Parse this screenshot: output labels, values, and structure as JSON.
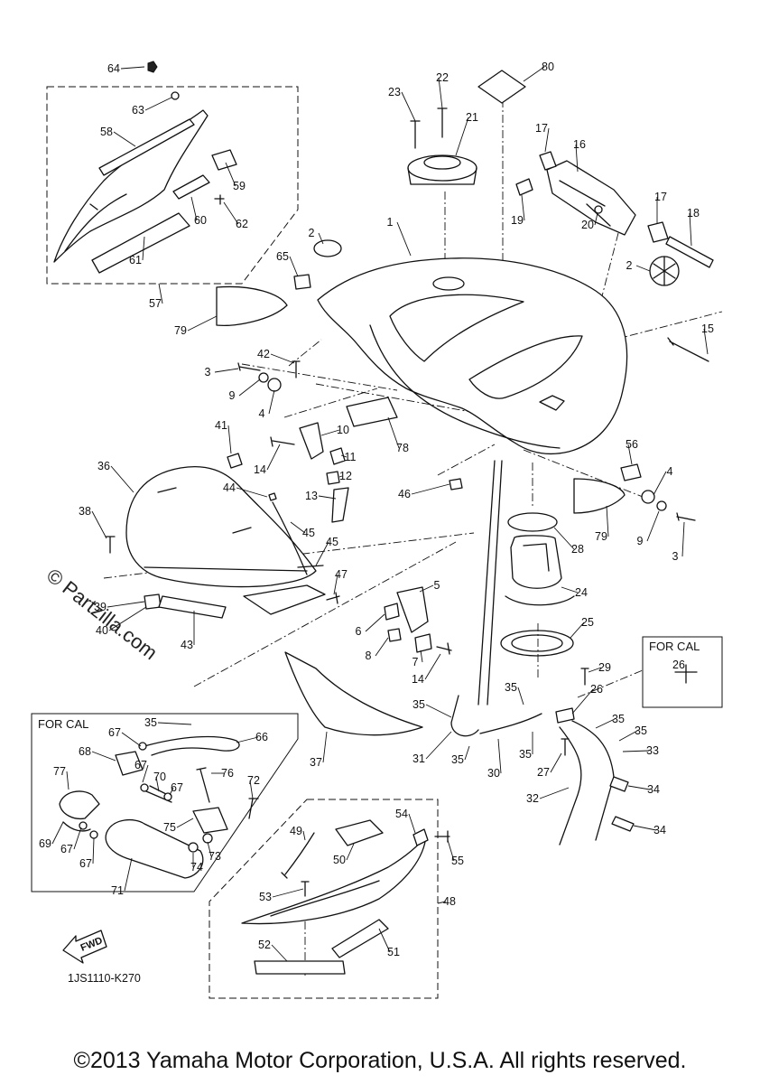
{
  "diagram": {
    "code": "1JS1110-K270",
    "copyright": "©2013 Yamaha Motor Corporation, U.S.A. All rights reserved.",
    "watermark": "© Partzilla.com",
    "fwd_label": "FWD",
    "cal_labels": [
      "FOR CAL",
      "FOR CAL"
    ]
  },
  "callouts": [
    {
      "id": "64",
      "label": "64"
    },
    {
      "id": "63",
      "label": "63"
    },
    {
      "id": "58",
      "label": "58"
    },
    {
      "id": "59",
      "label": "59"
    },
    {
      "id": "60",
      "label": "60"
    },
    {
      "id": "62",
      "label": "62"
    },
    {
      "id": "61",
      "label": "61"
    },
    {
      "id": "57",
      "label": "57"
    },
    {
      "id": "23",
      "label": "23"
    },
    {
      "id": "22",
      "label": "22"
    },
    {
      "id": "21",
      "label": "21"
    },
    {
      "id": "80",
      "label": "80"
    },
    {
      "id": "17a",
      "label": "17"
    },
    {
      "id": "16",
      "label": "16"
    },
    {
      "id": "19",
      "label": "19"
    },
    {
      "id": "17b",
      "label": "17"
    },
    {
      "id": "20",
      "label": "20"
    },
    {
      "id": "18",
      "label": "18"
    },
    {
      "id": "1",
      "label": "1"
    },
    {
      "id": "2a",
      "label": "2"
    },
    {
      "id": "2b",
      "label": "2"
    },
    {
      "id": "65",
      "label": "65"
    },
    {
      "id": "79a",
      "label": "79"
    },
    {
      "id": "15",
      "label": "15"
    },
    {
      "id": "42",
      "label": "42"
    },
    {
      "id": "3a",
      "label": "3"
    },
    {
      "id": "9a",
      "label": "9"
    },
    {
      "id": "4a",
      "label": "4"
    },
    {
      "id": "10",
      "label": "10"
    },
    {
      "id": "78",
      "label": "78"
    },
    {
      "id": "41",
      "label": "41"
    },
    {
      "id": "11",
      "label": "11"
    },
    {
      "id": "14a",
      "label": "14"
    },
    {
      "id": "12",
      "label": "12"
    },
    {
      "id": "36",
      "label": "36"
    },
    {
      "id": "44",
      "label": "44"
    },
    {
      "id": "13",
      "label": "13"
    },
    {
      "id": "46",
      "label": "46"
    },
    {
      "id": "56",
      "label": "56"
    },
    {
      "id": "4b",
      "label": "4"
    },
    {
      "id": "38",
      "label": "38"
    },
    {
      "id": "45a",
      "label": "45"
    },
    {
      "id": "45b",
      "label": "45"
    },
    {
      "id": "28",
      "label": "28"
    },
    {
      "id": "79b",
      "label": "79"
    },
    {
      "id": "9b",
      "label": "9"
    },
    {
      "id": "3b",
      "label": "3"
    },
    {
      "id": "47",
      "label": "47"
    },
    {
      "id": "5",
      "label": "5"
    },
    {
      "id": "24",
      "label": "24"
    },
    {
      "id": "39",
      "label": "39"
    },
    {
      "id": "40",
      "label": "40"
    },
    {
      "id": "43",
      "label": "43"
    },
    {
      "id": "6",
      "label": "6"
    },
    {
      "id": "25",
      "label": "25"
    },
    {
      "id": "8",
      "label": "8"
    },
    {
      "id": "7",
      "label": "7"
    },
    {
      "id": "14b",
      "label": "14"
    },
    {
      "id": "26a",
      "label": "26"
    },
    {
      "id": "29",
      "label": "29"
    },
    {
      "id": "35a",
      "label": "35"
    },
    {
      "id": "26b",
      "label": "26"
    },
    {
      "id": "35b",
      "label": "35"
    },
    {
      "id": "35c",
      "label": "35"
    },
    {
      "id": "35d",
      "label": "35"
    },
    {
      "id": "35e",
      "label": "35"
    },
    {
      "id": "67a",
      "label": "67"
    },
    {
      "id": "66",
      "label": "66"
    },
    {
      "id": "33",
      "label": "33"
    },
    {
      "id": "31",
      "label": "31"
    },
    {
      "id": "35f",
      "label": "35"
    },
    {
      "id": "35g",
      "label": "35"
    },
    {
      "id": "68",
      "label": "68"
    },
    {
      "id": "67b",
      "label": "67"
    },
    {
      "id": "37",
      "label": "37"
    },
    {
      "id": "30",
      "label": "30"
    },
    {
      "id": "27",
      "label": "27"
    },
    {
      "id": "77",
      "label": "77"
    },
    {
      "id": "70",
      "label": "70"
    },
    {
      "id": "76",
      "label": "76"
    },
    {
      "id": "72",
      "label": "72"
    },
    {
      "id": "34a",
      "label": "34"
    },
    {
      "id": "67c",
      "label": "67"
    },
    {
      "id": "32",
      "label": "32"
    },
    {
      "id": "54",
      "label": "54"
    },
    {
      "id": "49",
      "label": "49"
    },
    {
      "id": "75",
      "label": "75"
    },
    {
      "id": "34b",
      "label": "34"
    },
    {
      "id": "69",
      "label": "69"
    },
    {
      "id": "67d",
      "label": "67"
    },
    {
      "id": "55",
      "label": "55"
    },
    {
      "id": "73",
      "label": "73"
    },
    {
      "id": "50",
      "label": "50"
    },
    {
      "id": "67e",
      "label": "67"
    },
    {
      "id": "74",
      "label": "74"
    },
    {
      "id": "71",
      "label": "71"
    },
    {
      "id": "53",
      "label": "53"
    },
    {
      "id": "48",
      "label": "48"
    },
    {
      "id": "51",
      "label": "51"
    },
    {
      "id": "52",
      "label": "52"
    }
  ]
}
